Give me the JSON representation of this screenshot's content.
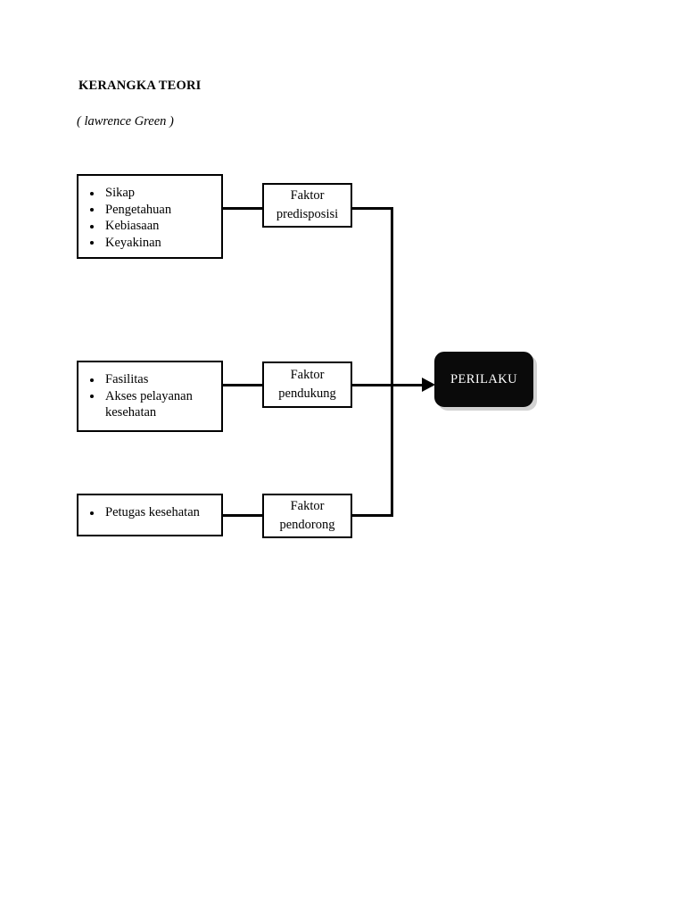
{
  "document": {
    "title": "KERANGKA TEORI",
    "subtitle": "( lawrence Green )"
  },
  "diagram": {
    "type": "flowchart",
    "orientation": "left-to-right",
    "groups": [
      {
        "id": "predisposisi",
        "items": [
          "Sikap",
          "Pengetahuan",
          "Kebiasaan",
          "Keyakinan"
        ],
        "factor_line1": "Faktor",
        "factor_line2": "predisposisi"
      },
      {
        "id": "pendukung",
        "items": [
          "Fasilitas",
          "Akses pelayanan kesehatan"
        ],
        "factor_line1": "Faktor",
        "factor_line2": "pendukung"
      },
      {
        "id": "pendorong",
        "items": [
          "Petugas kesehatan"
        ],
        "factor_line1": "Faktor",
        "factor_line2": "pendorong"
      }
    ],
    "outcome": {
      "label": "PERILAKU",
      "fill_color": "#0a0a0a",
      "text_color": "#ffffff",
      "shadow_color": "#d2d2d2"
    },
    "connector_color": "#000000",
    "box_border_color": "#000000",
    "page_background": "#ffffff"
  }
}
